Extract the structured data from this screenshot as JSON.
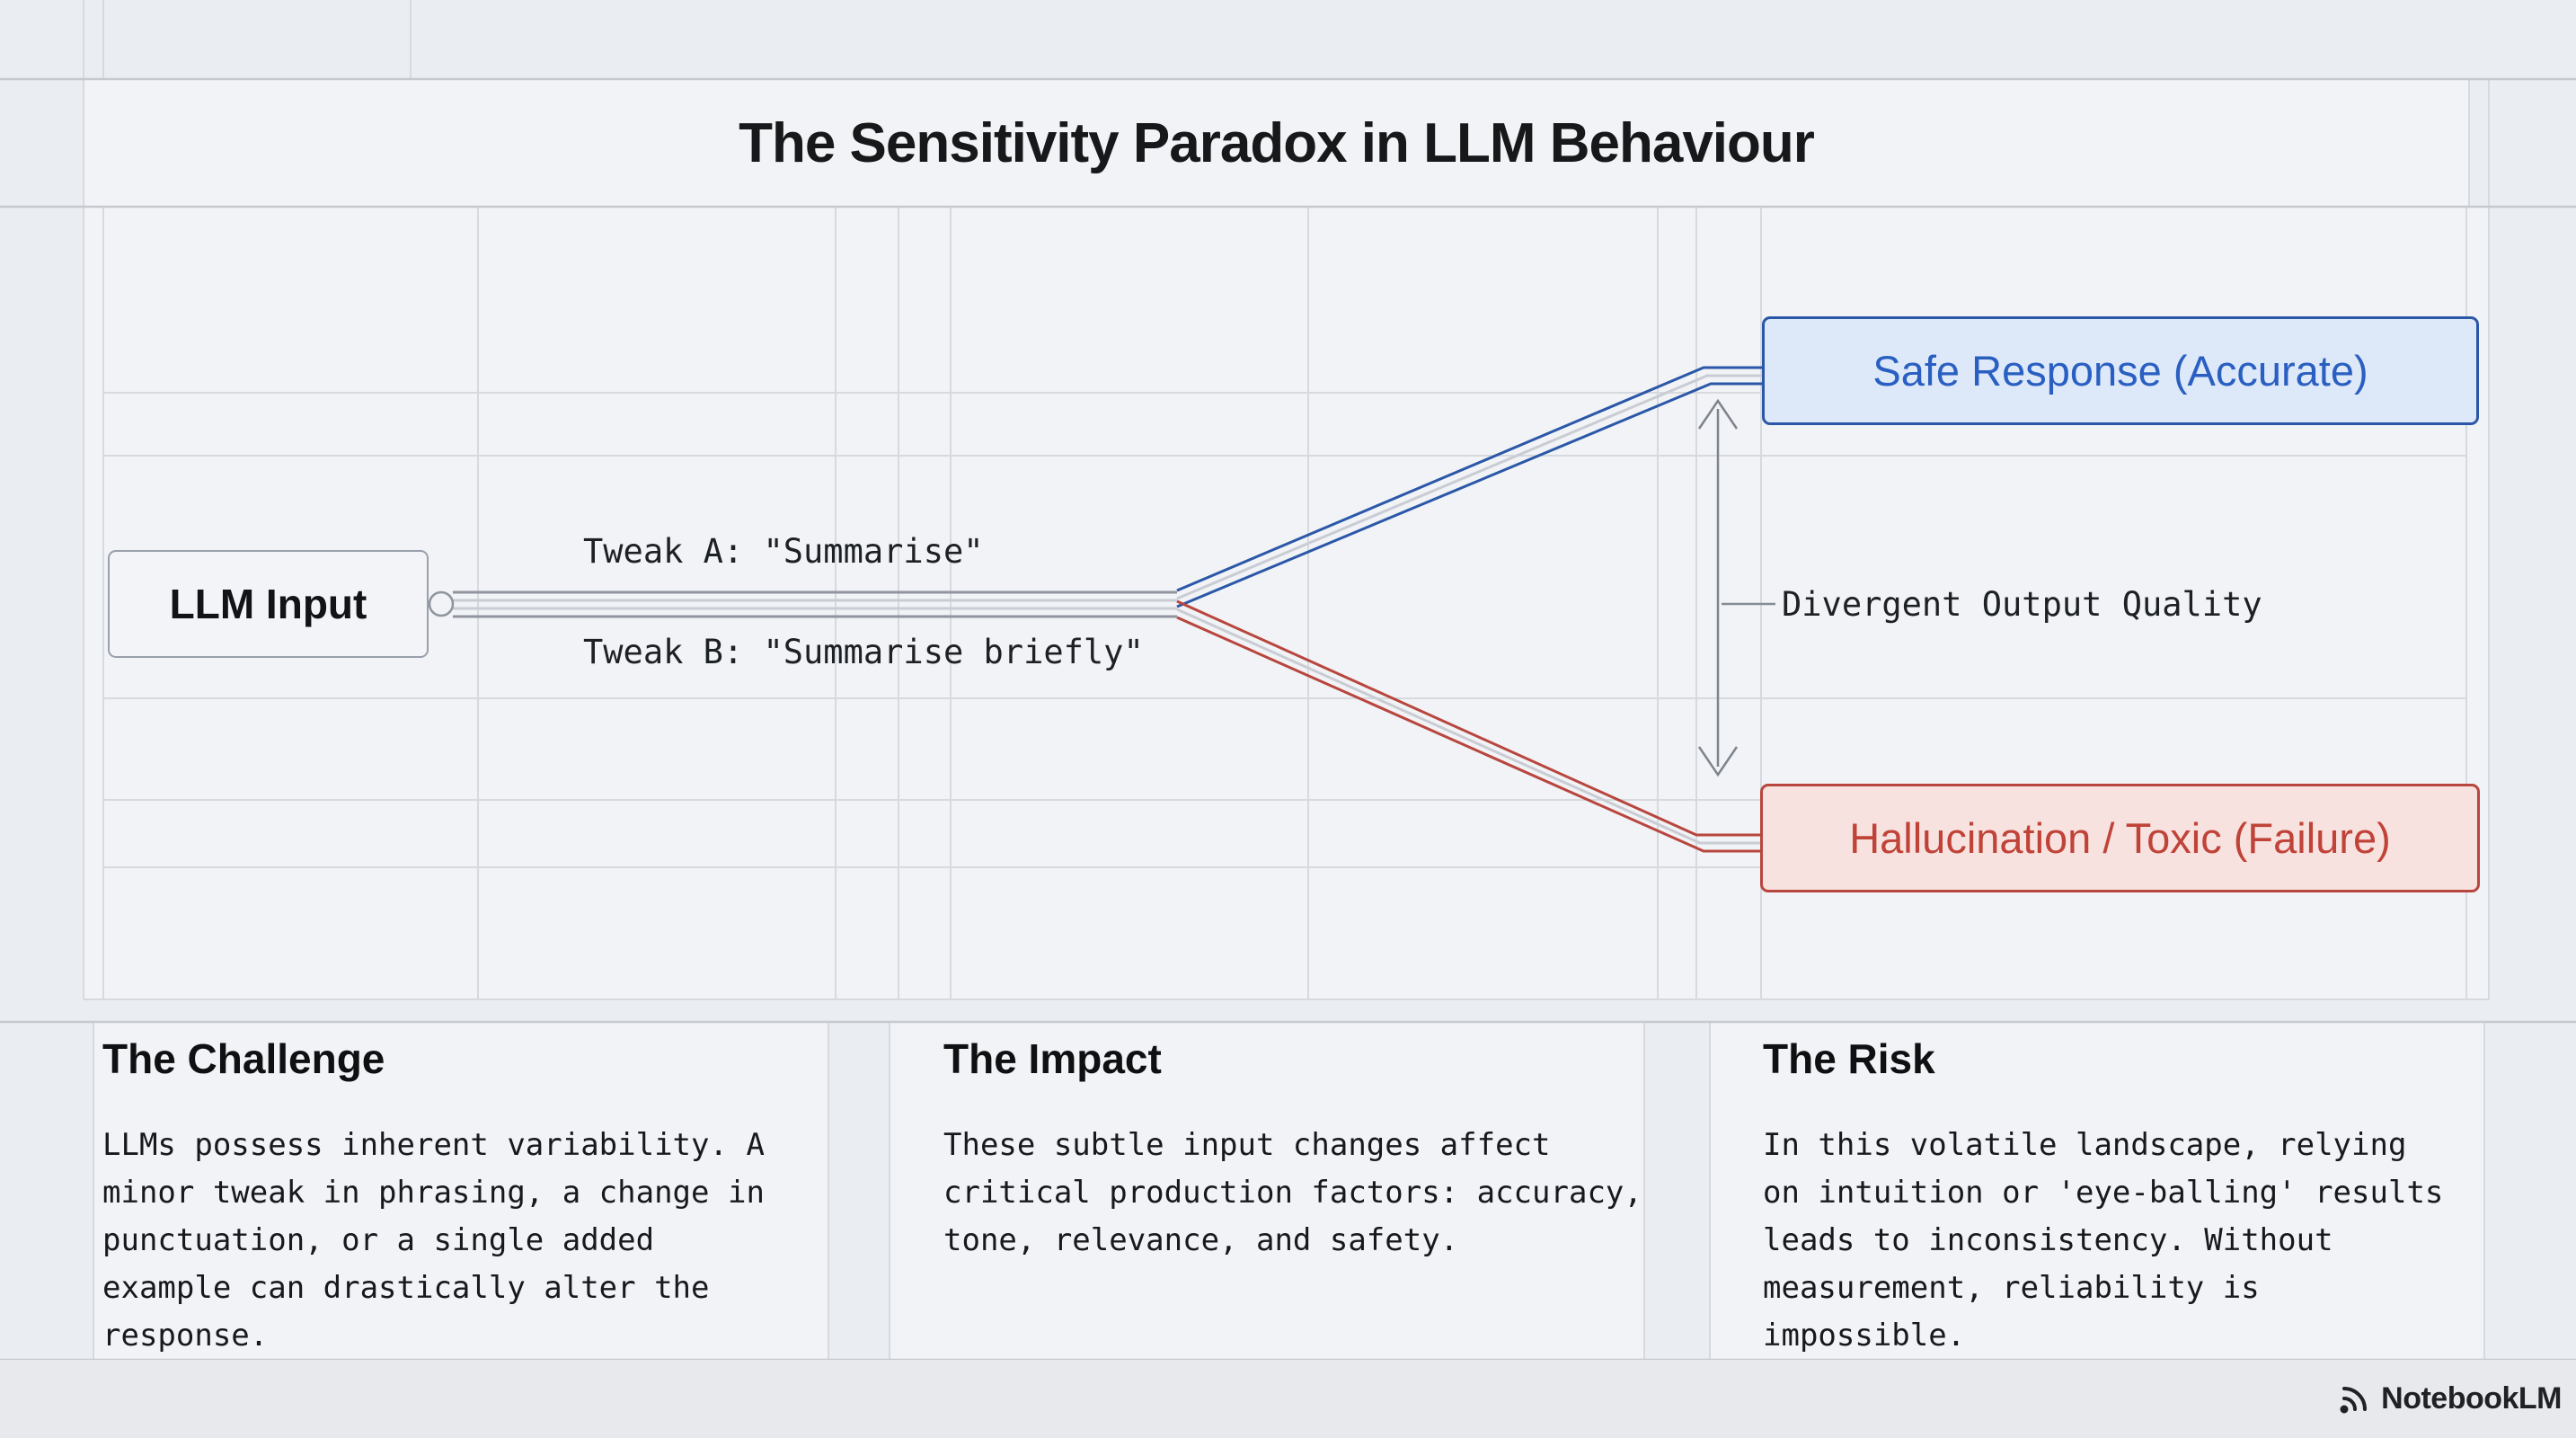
{
  "title": "The Sensitivity Paradox in LLM Behaviour",
  "diagram": {
    "input_label": "LLM Input",
    "tweak_a": "Tweak A: \"Summarise\"",
    "tweak_b": "Tweak B: \"Summarise briefly\"",
    "safe_label": "Safe Response (Accurate)",
    "fail_label": "Hallucination / Toxic (Failure)",
    "divergence_label": "Divergent Output Quality",
    "colors": {
      "safe_border": "#2b57a8",
      "safe_fill": "#dde8f8",
      "safe_text": "#2a5fc2",
      "fail_border": "#b8463e",
      "fail_fill": "#f8e2e0",
      "fail_text": "#c04338"
    }
  },
  "sections": [
    {
      "heading": "The Challenge",
      "body": "LLMs possess inherent variability. A minor tweak in phrasing, a change in punctuation, or a single added example can drastically alter the response."
    },
    {
      "heading": "The Impact",
      "body": "These subtle input changes affect critical production factors: accuracy, tone, relevance, and safety."
    },
    {
      "heading": "The Risk",
      "body": "In this volatile landscape, relying on intuition or 'eye-balling' results leads to inconsistency. Without measurement, reliability is impossible."
    }
  ],
  "footer": {
    "brand": "NotebookLM"
  }
}
